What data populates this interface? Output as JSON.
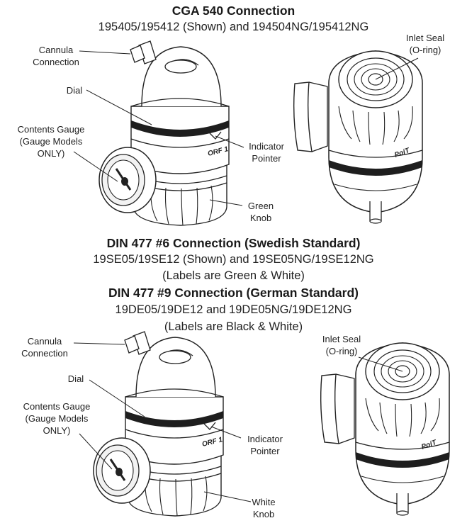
{
  "section1": {
    "title": "CGA 540 Connection",
    "subtitle": "195405/195412 (Shown) and 194504NG/195412NG",
    "labels": {
      "cannula": [
        "Cannula",
        "Connection"
      ],
      "dial": [
        "Dial"
      ],
      "gauge": [
        "Contents Gauge",
        "(Gauge Models",
        "ONLY)"
      ],
      "pointer": [
        "Indicator",
        "Pointer"
      ],
      "knob": [
        "Green",
        "Knob"
      ],
      "inlet": [
        "Inlet Seal",
        "(O-ring)"
      ]
    },
    "dial_marking": "ORF 1",
    "side_marking": "PoiT"
  },
  "section2": {
    "title_a": "DIN 477 #6 Connection (Swedish Standard)",
    "line_a1": "19SE05/19SE12 (Shown) and 19SE05NG/19SE12NG",
    "line_a2": "(Labels are Green & White)",
    "title_b": "DIN 477 #9 Connection (German Standard)",
    "line_b1": "19DE05/19DE12 and 19DE05NG/19DE12NG",
    "line_b2": "(Labels are Black & White)",
    "labels": {
      "cannula": [
        "Cannula",
        "Connection"
      ],
      "dial": [
        "Dial"
      ],
      "gauge": [
        "Contents Gauge",
        "(Gauge Models",
        "ONLY)"
      ],
      "pointer": [
        "Indicator",
        "Pointer"
      ],
      "knob": [
        "White",
        "Knob"
      ],
      "inlet": [
        "Inlet Seal",
        "(O-ring)"
      ]
    },
    "dial_marking": "ORF 1",
    "side_marking": "PoiT"
  },
  "colors": {
    "line": "#222222",
    "band": "#1e1e1e",
    "shade": "#d9d9d9",
    "fill": "#ffffff"
  }
}
